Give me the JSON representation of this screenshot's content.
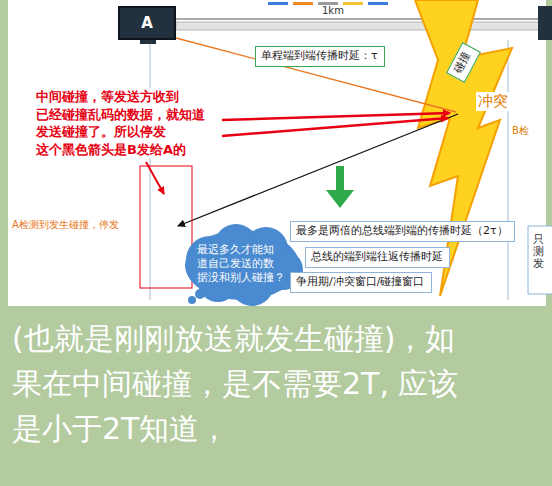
{
  "diagram": {
    "nodes": [
      {
        "text": [
          "A"
        ]
      },
      {
        "text": [
          "单程端到端传播时延：τ"
        ]
      },
      {
        "text": [
          "碰撞"
        ]
      },
      {
        "text": [
          "最迟多久才能知 道自己发送的数 据没和别人碰撞？"
        ]
      },
      {
        "text": [
          "最多是两倍的总线端到端的传播时延（2τ）"
        ]
      },
      {
        "text": [
          "总线的端到端往返传播时延"
        ]
      },
      {
        "text": [
          "争用期/冲突窗口/碰撞窗口"
        ]
      }
    ],
    "labels": [
      "1km",
      "冲突",
      "B检",
      "中间碰撞，等发送方收到 已经碰撞乱码的数据，就知道 发送碰撞了。所以停发 这个黑色箭头是B发给A的",
      "A检测到发生碰撞，停发",
      "只测发",
      "(也就是刚刚放送就发生碰撞)，如 果在中间碰撞，是不需要2T, 应该 是小于2T知道，"
    ]
  }
}
